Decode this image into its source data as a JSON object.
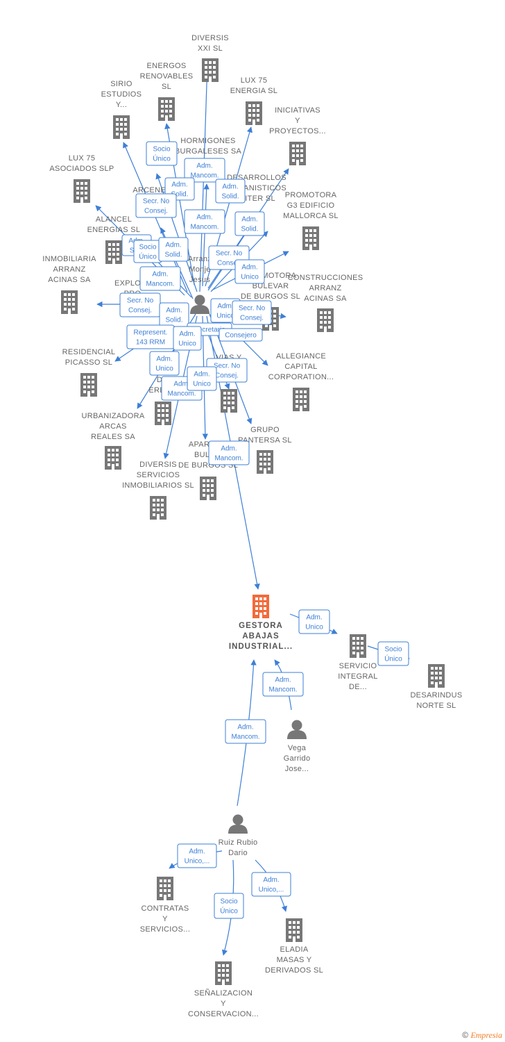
{
  "colors": {
    "edge": "#3d7fd6",
    "building": "#777777",
    "main": "#f26b3a",
    "person": "#777777"
  },
  "nodes": [
    {
      "id": "diversis21",
      "type": "company",
      "label": [
        "DIVERSIS",
        "XXI SL"
      ]
    },
    {
      "id": "energos",
      "type": "company",
      "label": [
        "ENERGOS",
        "RENOVABLES",
        "SL"
      ]
    },
    {
      "id": "lux75e",
      "type": "company",
      "label": [
        "LUX 75",
        "ENERGIA SL"
      ]
    },
    {
      "id": "sirio",
      "type": "company",
      "label": [
        "SIRIO",
        "ESTUDIOS",
        "Y..."
      ]
    },
    {
      "id": "iniciativas",
      "type": "company",
      "label": [
        "INICIATIVAS",
        "Y",
        "PROYECTOS..."
      ]
    },
    {
      "id": "hormigones",
      "type": "company",
      "label": [
        "HORMIGONES",
        "BURGALESES SA"
      ]
    },
    {
      "id": "lux75a",
      "type": "company",
      "label": [
        "LUX 75",
        "ASOCIADOS SLP"
      ]
    },
    {
      "id": "arcenego",
      "type": "company",
      "label": [
        "ARCENEGO"
      ]
    },
    {
      "id": "desarrollos",
      "type": "company",
      "label": [
        "DESARROLLOS",
        "URBANISTICOS",
        "...ITER SL"
      ]
    },
    {
      "id": "promotorag3",
      "type": "company",
      "label": [
        "PROMOTORA",
        "G3 EDIFICIO",
        "MALLORCA SL"
      ]
    },
    {
      "id": "alancel",
      "type": "company",
      "label": [
        "ALANCEL",
        "ENERGIAS SL"
      ]
    },
    {
      "id": "inmobiliaria",
      "type": "company",
      "label": [
        "INMOBILIARIA",
        "ARRANZ",
        "ACINAS SA"
      ]
    },
    {
      "id": "explota",
      "type": "company",
      "label": [
        "EXPLOTA...",
        "PRO..."
      ]
    },
    {
      "id": "promotorabulevar",
      "type": "company",
      "label": [
        "PROMOTORA",
        "BULEVAR",
        "DE BURGOS SL"
      ]
    },
    {
      "id": "construcciones",
      "type": "company",
      "label": [
        "CONSTRUCCIONES",
        "ARRANZ",
        "ACINAS SA"
      ]
    },
    {
      "id": "arranz",
      "type": "person",
      "label": [
        "Arranz",
        "Monje",
        "Jesus"
      ]
    },
    {
      "id": "residencial",
      "type": "company",
      "label": [
        "RESIDENCIAL",
        "PICASSO SL"
      ]
    },
    {
      "id": "allegiance",
      "type": "company",
      "label": [
        "ALLEGIANCE",
        "CAPITAL",
        "CORPORATION..."
      ]
    },
    {
      "id": "se",
      "type": "company",
      "label": [
        "SE...",
        "D...",
        "ERES..."
      ]
    },
    {
      "id": "vias",
      "type": "company",
      "label": [
        "VIAS Y",
        "...OS",
        "...A"
      ]
    },
    {
      "id": "urbanizadora",
      "type": "company",
      "label": [
        "URBANIZADORA",
        "ARCAS",
        "REALES SA"
      ]
    },
    {
      "id": "grupopantersa",
      "type": "company",
      "label": [
        "GRUPO",
        "PANTERSA SL"
      ]
    },
    {
      "id": "aparca",
      "type": "company",
      "label": [
        "APARCA...",
        "BULE...",
        "DE BURGOS SL"
      ]
    },
    {
      "id": "diversisservicios",
      "type": "company",
      "label": [
        "DIVERSIS",
        "SERVICIOS",
        "INMOBILIARIOS SL"
      ]
    },
    {
      "id": "gestora",
      "type": "main",
      "label": [
        "GESTORA",
        "ABAJAS",
        "INDUSTRIAL..."
      ]
    },
    {
      "id": "servicio",
      "type": "company",
      "label": [
        "SERVICIO",
        "INTEGRAL",
        "DE..."
      ]
    },
    {
      "id": "desarindus",
      "type": "company",
      "label": [
        "DESARINDUS",
        "NORTE  SL"
      ]
    },
    {
      "id": "vega",
      "type": "person",
      "label": [
        "Vega",
        "Garrido",
        "Jose..."
      ]
    },
    {
      "id": "ruiz",
      "type": "person",
      "label": [
        "Ruiz Rubio",
        "Dario"
      ]
    },
    {
      "id": "contratas",
      "type": "company",
      "label": [
        "CONTRATAS",
        "Y",
        "SERVICIOS..."
      ]
    },
    {
      "id": "eladia",
      "type": "company",
      "label": [
        "ELADIA",
        "MASAS Y",
        "DERIVADOS SL"
      ]
    },
    {
      "id": "senalizacion",
      "type": "company",
      "label": [
        "SEÑALIZACION",
        "Y",
        "CONSERVACION..."
      ]
    }
  ],
  "relations": [
    {
      "id": "r1",
      "label": [
        "Socio",
        "Único"
      ]
    },
    {
      "id": "r2",
      "label": [
        "Adm.",
        "Mancom."
      ]
    },
    {
      "id": "r3",
      "label": [
        "Adm.",
        "Solid."
      ]
    },
    {
      "id": "r4",
      "label": [
        "Adm.",
        "Solid."
      ]
    },
    {
      "id": "r5",
      "label": [
        "Secr.  No",
        "Consej."
      ]
    },
    {
      "id": "r6",
      "label": [
        "Adm.",
        "Mancom."
      ]
    },
    {
      "id": "r7",
      "label": [
        "Adm.",
        "Solid."
      ]
    },
    {
      "id": "r8",
      "label": [
        "Adm.",
        "So..."
      ]
    },
    {
      "id": "r9",
      "label": [
        "Socio",
        "Único"
      ]
    },
    {
      "id": "r10",
      "label": [
        "Adm.",
        "Solid."
      ]
    },
    {
      "id": "r11",
      "label": [
        "Secr.  No",
        "Consej."
      ]
    },
    {
      "id": "r12",
      "label": [
        "Adm.",
        "Mancom."
      ]
    },
    {
      "id": "r13",
      "label": [
        "Adm.",
        "Unico"
      ]
    },
    {
      "id": "r14",
      "label": [
        "Secr.  No",
        "Consej."
      ]
    },
    {
      "id": "r15",
      "label": [
        "Adm.",
        "Solid."
      ]
    },
    {
      "id": "r16",
      "label": [
        "Adm.",
        "Unico"
      ]
    },
    {
      "id": "r17",
      "label": [
        "Secr.  No",
        "Consej."
      ]
    },
    {
      "id": "r18",
      "label": [
        "Secretario"
      ]
    },
    {
      "id": "r19",
      "label": [
        "Represent.",
        "143 RRM"
      ]
    },
    {
      "id": "r20",
      "label": [
        "Adm.",
        "Unico"
      ]
    },
    {
      "id": "r21",
      "label": [
        "Consejero"
      ]
    },
    {
      "id": "r22",
      "label": [
        "Adm.",
        "Unico"
      ]
    },
    {
      "id": "r23",
      "label": [
        "Secr.  No",
        "Consej."
      ]
    },
    {
      "id": "r24",
      "label": [
        "Adm.",
        "Mancom."
      ]
    },
    {
      "id": "r25",
      "label": [
        "Adm.",
        "Unico"
      ]
    },
    {
      "id": "r26",
      "label": [
        "Adm.",
        "Mancom."
      ]
    },
    {
      "id": "r27",
      "label": [
        "Adm.",
        "Unico"
      ]
    },
    {
      "id": "r28",
      "label": [
        "Socio",
        "Único"
      ]
    },
    {
      "id": "r29",
      "label": [
        "Adm.",
        "Mancom."
      ]
    },
    {
      "id": "r30",
      "label": [
        "Adm.",
        "Mancom."
      ]
    },
    {
      "id": "r31",
      "label": [
        "Adm.",
        "Unico,..."
      ]
    },
    {
      "id": "r32",
      "label": [
        "Adm.",
        "Unico,..."
      ]
    },
    {
      "id": "r33",
      "label": [
        "Socio",
        "Único"
      ]
    }
  ],
  "footer": {
    "copyright": "©",
    "brand": "Empresia"
  }
}
